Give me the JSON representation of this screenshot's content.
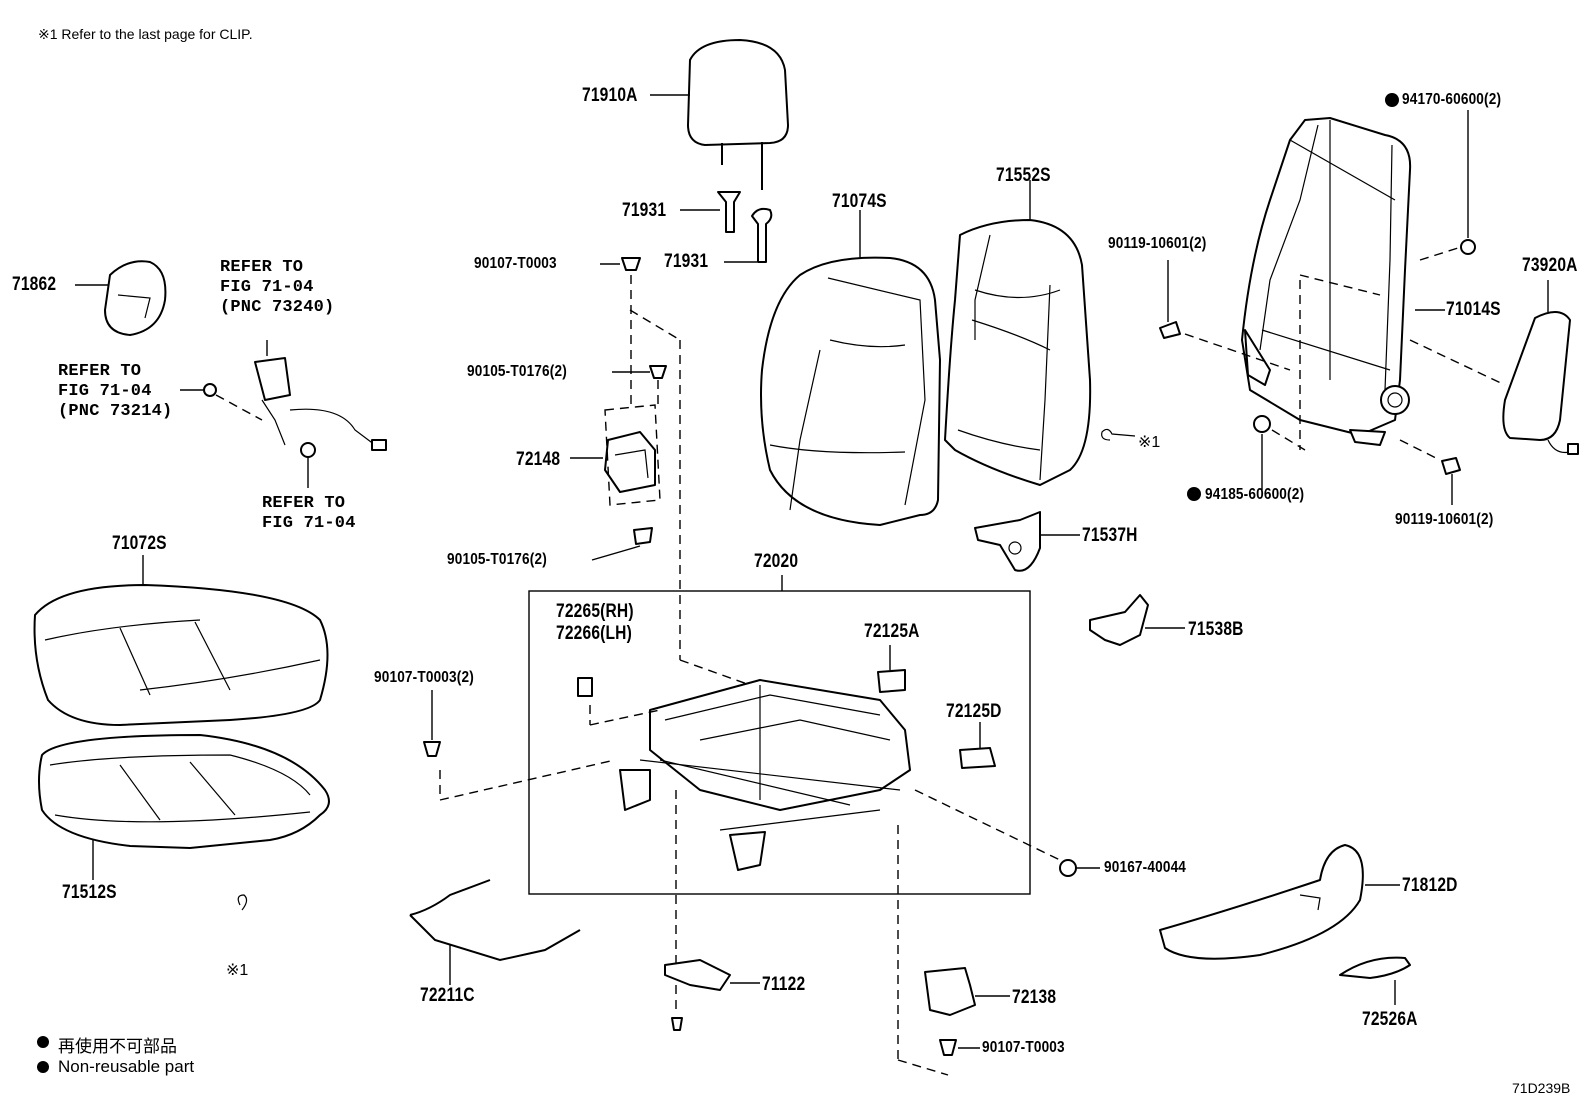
{
  "header_note": "※1 Refer to the last page for CLIP.",
  "parts": {
    "p71910A": "71910A",
    "p71931a": "71931",
    "p71931b": "71931",
    "p71074S": "71074S",
    "p71552S": "71552S",
    "p94170": "94170-60600(2)",
    "p90119a": "90119-10601(2)",
    "p73920A": "73920A",
    "p71014S": "71014S",
    "p94185": "94185-60600(2)",
    "p90119b": "90119-10601(2)",
    "p71862": "71862",
    "p90107a": "90107-T0003",
    "p90105a": "90105-T0176(2)",
    "p72148": "72148",
    "p90105b": "90105-T0176(2)",
    "p71072S": "71072S",
    "p71512S": "71512S",
    "p72020": "72020",
    "p72265": "72265(RH)",
    "p72266": "72266(LH)",
    "p72125A": "72125A",
    "p72125D": "72125D",
    "p90107b": "90107-T0003(2)",
    "p71537H": "71537H",
    "p71538B": "71538B",
    "p90167": "90167-40044",
    "p71812D": "71812D",
    "p72526A": "72526A",
    "p72211C": "72211C",
    "p71122": "71122",
    "p72138": "72138",
    "p90107c": "90107-T0003",
    "clip1": "※1",
    "clip2": "※1"
  },
  "refs": {
    "r1_l1": "REFER TO",
    "r1_l2": "FIG 71-04",
    "r1_l3": "(PNC 73240)",
    "r2_l1": "REFER TO",
    "r2_l2": "FIG 71-04",
    "r2_l3": "(PNC 73214)",
    "r3_l1": "REFER TO",
    "r3_l2": "FIG 71-04"
  },
  "legend": {
    "jp": "再使用不可部品",
    "en": "Non-reusable part"
  },
  "figure_id": "71D239B"
}
